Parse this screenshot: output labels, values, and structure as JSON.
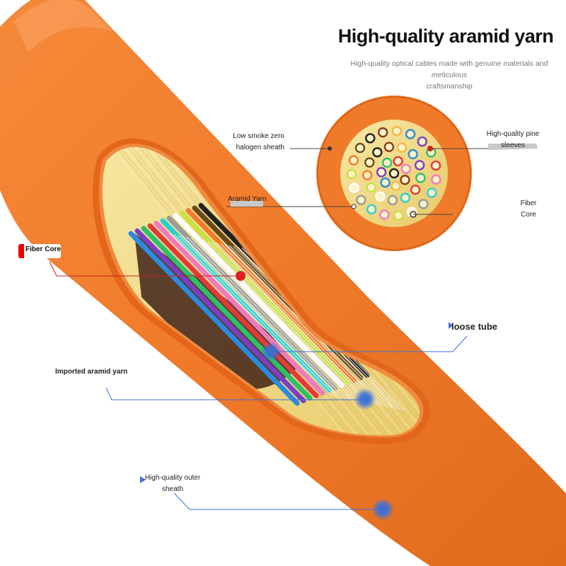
{
  "header": {
    "title": "High-quality aramid yarn",
    "subtitle_line1": "High-quality optical cables made with genuine materials and meticulous",
    "subtitle_line2": "craftsmanship"
  },
  "cross_section": {
    "labels": {
      "sheath_line1": "Low smoke zero",
      "sheath_line2": "halogen sheath",
      "sleeves_line1": "High-quality pine",
      "sleeves_line2": "sleeves",
      "aramid": "Aramid Yarn",
      "core_line1": "Fiber",
      "core_line2": "Core"
    }
  },
  "cable": {
    "labels": {
      "fiber_core": "Fiber Core",
      "loose_tube": "loose tube",
      "aramid": "Imported aramid yarn",
      "outer_line1": "High-quality outer",
      "outer_line2": "sheath"
    }
  },
  "colors": {
    "sheath": "#f07a2a",
    "sheath_dark": "#d9621a",
    "yarn": "#f3dc86",
    "leader": "#3a6fd8"
  }
}
